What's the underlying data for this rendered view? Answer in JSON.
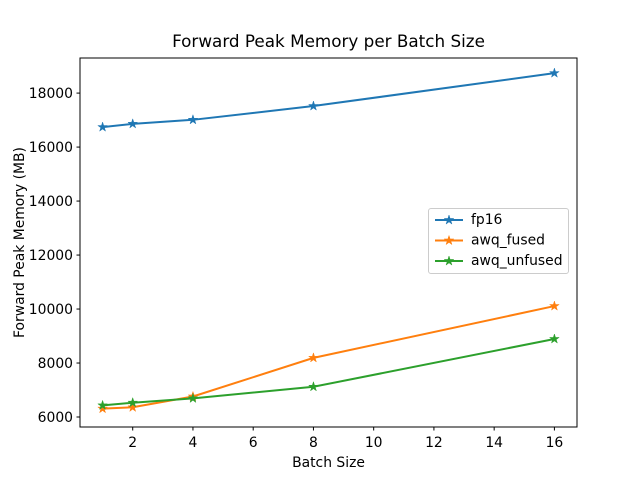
{
  "chart_data": {
    "type": "line",
    "title": "Forward Peak Memory per Batch Size",
    "xlabel": "Batch Size",
    "ylabel": "Forward Peak Memory (MB)",
    "x": [
      1,
      2,
      4,
      8,
      16
    ],
    "series": [
      {
        "name": "fp16",
        "color": "#1f77b4",
        "values": [
          16740,
          16860,
          17010,
          17520,
          18740
        ]
      },
      {
        "name": "awq_fused",
        "color": "#ff7f0e",
        "values": [
          6310,
          6360,
          6760,
          8190,
          10110
        ]
      },
      {
        "name": "awq_unfused",
        "color": "#2ca02c",
        "values": [
          6430,
          6530,
          6690,
          7120,
          8890
        ]
      }
    ],
    "marker": "star",
    "line_width": 2,
    "xticks": [
      2,
      4,
      6,
      8,
      10,
      12,
      14,
      16
    ],
    "yticks": [
      6000,
      8000,
      10000,
      12000,
      14000,
      16000,
      18000
    ],
    "xlim": [
      0.25,
      16.75
    ],
    "ylim": [
      5630,
      19300
    ],
    "grid": false,
    "legend_position": "center-right",
    "background_color": "#ffffff",
    "text_color": "#000000"
  }
}
